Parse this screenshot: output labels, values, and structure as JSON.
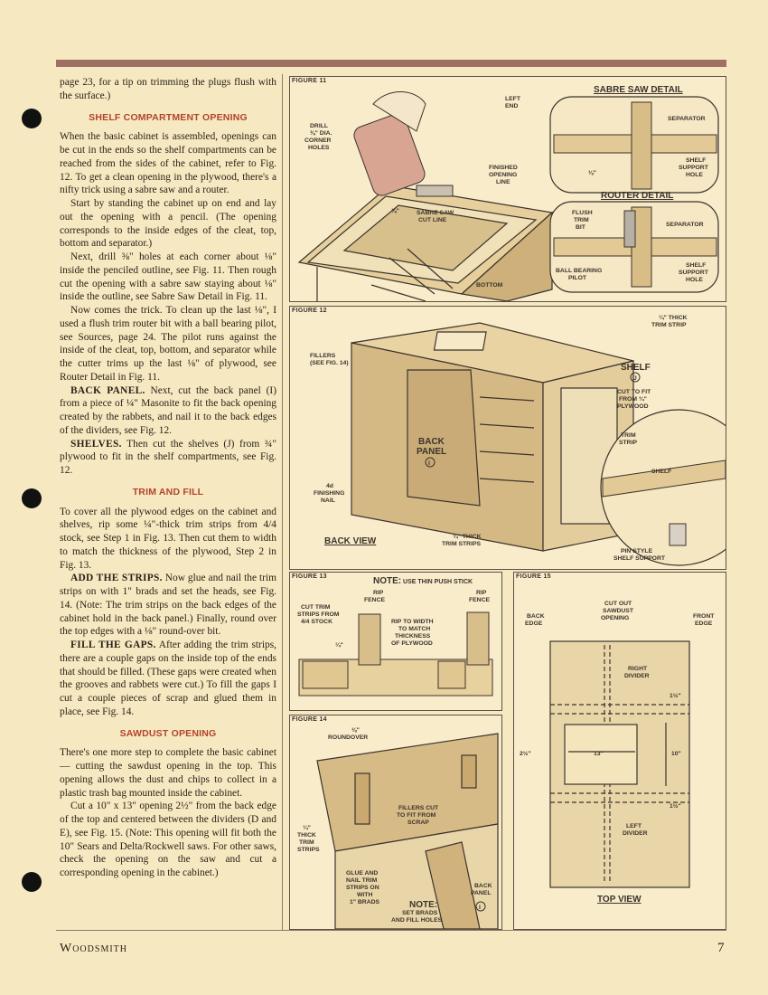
{
  "article": {
    "intro_para": "page 23, for a tip on trimming the plugs flush with the surface.)",
    "sections": [
      {
        "heading": "SHELF COMPARTMENT OPENING",
        "paras": [
          {
            "lead": "",
            "text": "When the basic cabinet is assembled, openings can be cut in the ends so the shelf compartments can be reached from the sides of the cabinet, refer to Fig. 12. To get a clean opening in the plywood, there's a nifty trick using a sabre saw and a router."
          },
          {
            "lead": "",
            "text": "Start by standing the cabinet up on end and lay out the opening with a pencil. (The opening corresponds to the inside edges of the cleat, top, bottom and separator.)"
          },
          {
            "lead": "",
            "text": "Next, drill ⅜\" holes at each corner about ⅛\" inside the penciled outline, see Fig. 11. Then rough cut the opening with a sabre saw staying about ⅛\" inside the outline, see Sabre Saw Detail in Fig. 11."
          },
          {
            "lead": "",
            "text": "Now comes the trick. To clean up the last ⅛\", I used a flush trim router bit with a ball bearing pilot, see Sources, page 24. The pilot runs against the inside of the cleat, top, bottom, and separator while the cutter trims up the last ⅛\" of plywood, see Router Detail in Fig. 11."
          },
          {
            "lead": "BACK PANEL.",
            "text": " Next, cut the back panel (I) from a piece of ¼\" Masonite to fit the back opening created by the rabbets, and nail it to the back edges of the dividers, see Fig. 12."
          },
          {
            "lead": "SHELVES.",
            "text": " Then cut the shelves (J) from ¾\" plywood to fit in the shelf compartments, see Fig. 12."
          }
        ]
      },
      {
        "heading": "TRIM AND FILL",
        "paras": [
          {
            "lead": "",
            "text": "To cover all the plywood edges on the cabinet and shelves, rip some ¼\"-thick trim strips from 4/4 stock, see Step 1 in Fig. 13. Then cut them to width to match the thickness of the plywood, Step 2 in Fig. 13."
          },
          {
            "lead": "ADD THE STRIPS.",
            "text": " Now glue and nail the trim strips on with 1\" brads and set the heads, see Fig. 14. (Note: The trim strips on the back edges of the cabinet hold in the back panel.) Finally, round over the top edges with a ⅛\" round-over bit."
          },
          {
            "lead": "FILL THE GAPS.",
            "text": " After adding the trim strips, there are a couple gaps on the inside top of the ends that should be filled. (These gaps were created when the grooves and rabbets were cut.) To fill the gaps I cut a couple pieces of scrap and glued them in place, see Fig. 14."
          }
        ]
      },
      {
        "heading": "SAWDUST OPENING",
        "paras": [
          {
            "lead": "",
            "text": "There's one more step to complete the basic cabinet — cutting the sawdust opening in the top. This opening allows the dust and chips to collect in a plastic trash bag mounted inside the cabinet."
          },
          {
            "lead": "",
            "text": "Cut a 10\" x 13\" opening 2½\" from the back edge of the top and centered between the dividers (D and E), see Fig. 15. (Note: This opening will fit both the 10\" Sears and Delta/Rockwell saws. For other saws, check the opening on the saw and cut a corresponding opening in the cabinet.)"
          }
        ]
      }
    ]
  },
  "fig11": {
    "label": "FIGURE 11",
    "drill": [
      "DRILL",
      "⅜\" DIA.",
      "CORNER",
      "HOLES"
    ],
    "left_end": [
      "LEFT",
      "END"
    ],
    "finished": [
      "FINISHED",
      "OPENING",
      "LINE"
    ],
    "eighth": "⅛\"",
    "sabre_cut": [
      "SABRE SAW",
      "CUT LINE"
    ],
    "bottom": "BOTTOM",
    "sabre_detail": "SABRE SAW DETAIL",
    "separator": "SEPARATOR",
    "eighth2": "⅛\"",
    "shelf_support": [
      "SHELF",
      "SUPPORT",
      "HOLE"
    ],
    "router_detail": "ROUTER DETAIL",
    "flush": [
      "FLUSH",
      "TRIM",
      "BIT"
    ],
    "separator2": "SEPARATOR",
    "ball": [
      "BALL BEARING",
      "PILOT"
    ],
    "shelf_support2": [
      "SHELF",
      "SUPPORT",
      "HOLE"
    ]
  },
  "fig12": {
    "label": "FIGURE 12",
    "fillers": [
      "FILLERS",
      "(SEE FIG. 14)"
    ],
    "trim_strip": [
      "¼\" THICK",
      "TRIM STRIP"
    ],
    "shelf": "SHELF",
    "shelf_letter": "J",
    "cut_to_fit": [
      "CUT TO FIT",
      "FROM ¾\"",
      "PLYWOOD"
    ],
    "back_panel": [
      "BACK",
      "PANEL"
    ],
    "panel_letter": "I",
    "trim": [
      "TRIM",
      "STRIP"
    ],
    "shelf2": "SHELF",
    "finishing": [
      "4d",
      "FINISHING",
      "NAIL"
    ],
    "back_view": "BACK VIEW",
    "trim_strips": [
      "¼\" THICK",
      "TRIM STRIPS"
    ],
    "pin": [
      "PIN STYLE",
      "SHELF SUPPORT"
    ]
  },
  "fig13": {
    "label": "FIGURE 13",
    "note": "NOTE:",
    "note_rest": " USE THIN PUSH STICK",
    "rip_fence1": [
      "RIP",
      "FENCE"
    ],
    "rip_fence2": [
      "RIP",
      "FENCE"
    ],
    "cut_trim": [
      "CUT TRIM",
      "STRIPS FROM",
      "4/4 STOCK"
    ],
    "quarter": "¼\"",
    "rip_width": [
      "RIP TO WIDTH",
      "TO MATCH",
      "THICKNESS",
      "OF PLYWOOD"
    ]
  },
  "fig14": {
    "label": "FIGURE 14",
    "roundover": [
      "⅛\"",
      "ROUNDOVER"
    ],
    "fillers_cut": [
      "FILLERS CUT",
      "TO FIT FROM",
      "SCRAP"
    ],
    "thick": [
      "¼\"",
      "THICK",
      "TRIM",
      "STRIPS"
    ],
    "glue": [
      "GLUE AND",
      "NAIL TRIM",
      "STRIPS ON",
      "WITH",
      "1\" BRADS"
    ],
    "back_panel": [
      "BACK",
      "PANEL"
    ],
    "panel_letter": "I",
    "note": "NOTE:",
    "note_rest": [
      "SET BRADS",
      "AND FILL HOLES"
    ]
  },
  "fig15": {
    "label": "FIGURE 15",
    "back_edge": [
      "BACK",
      "EDGE"
    ],
    "cut_out": [
      "CUT OUT",
      "SAWDUST",
      "OPENING"
    ],
    "front_edge": [
      "FRONT",
      "EDGE"
    ],
    "right_divider": [
      "RIGHT",
      "DIVIDER"
    ],
    "half1": "1½\"",
    "two_half": "2½\"",
    "thirteen": "13\"",
    "ten": "10\"",
    "half2": "1½\"",
    "left_divider": [
      "LEFT",
      "DIVIDER"
    ],
    "top_view": "TOP VIEW"
  },
  "footer": {
    "magazine": "Woodsmith",
    "page": "7"
  }
}
